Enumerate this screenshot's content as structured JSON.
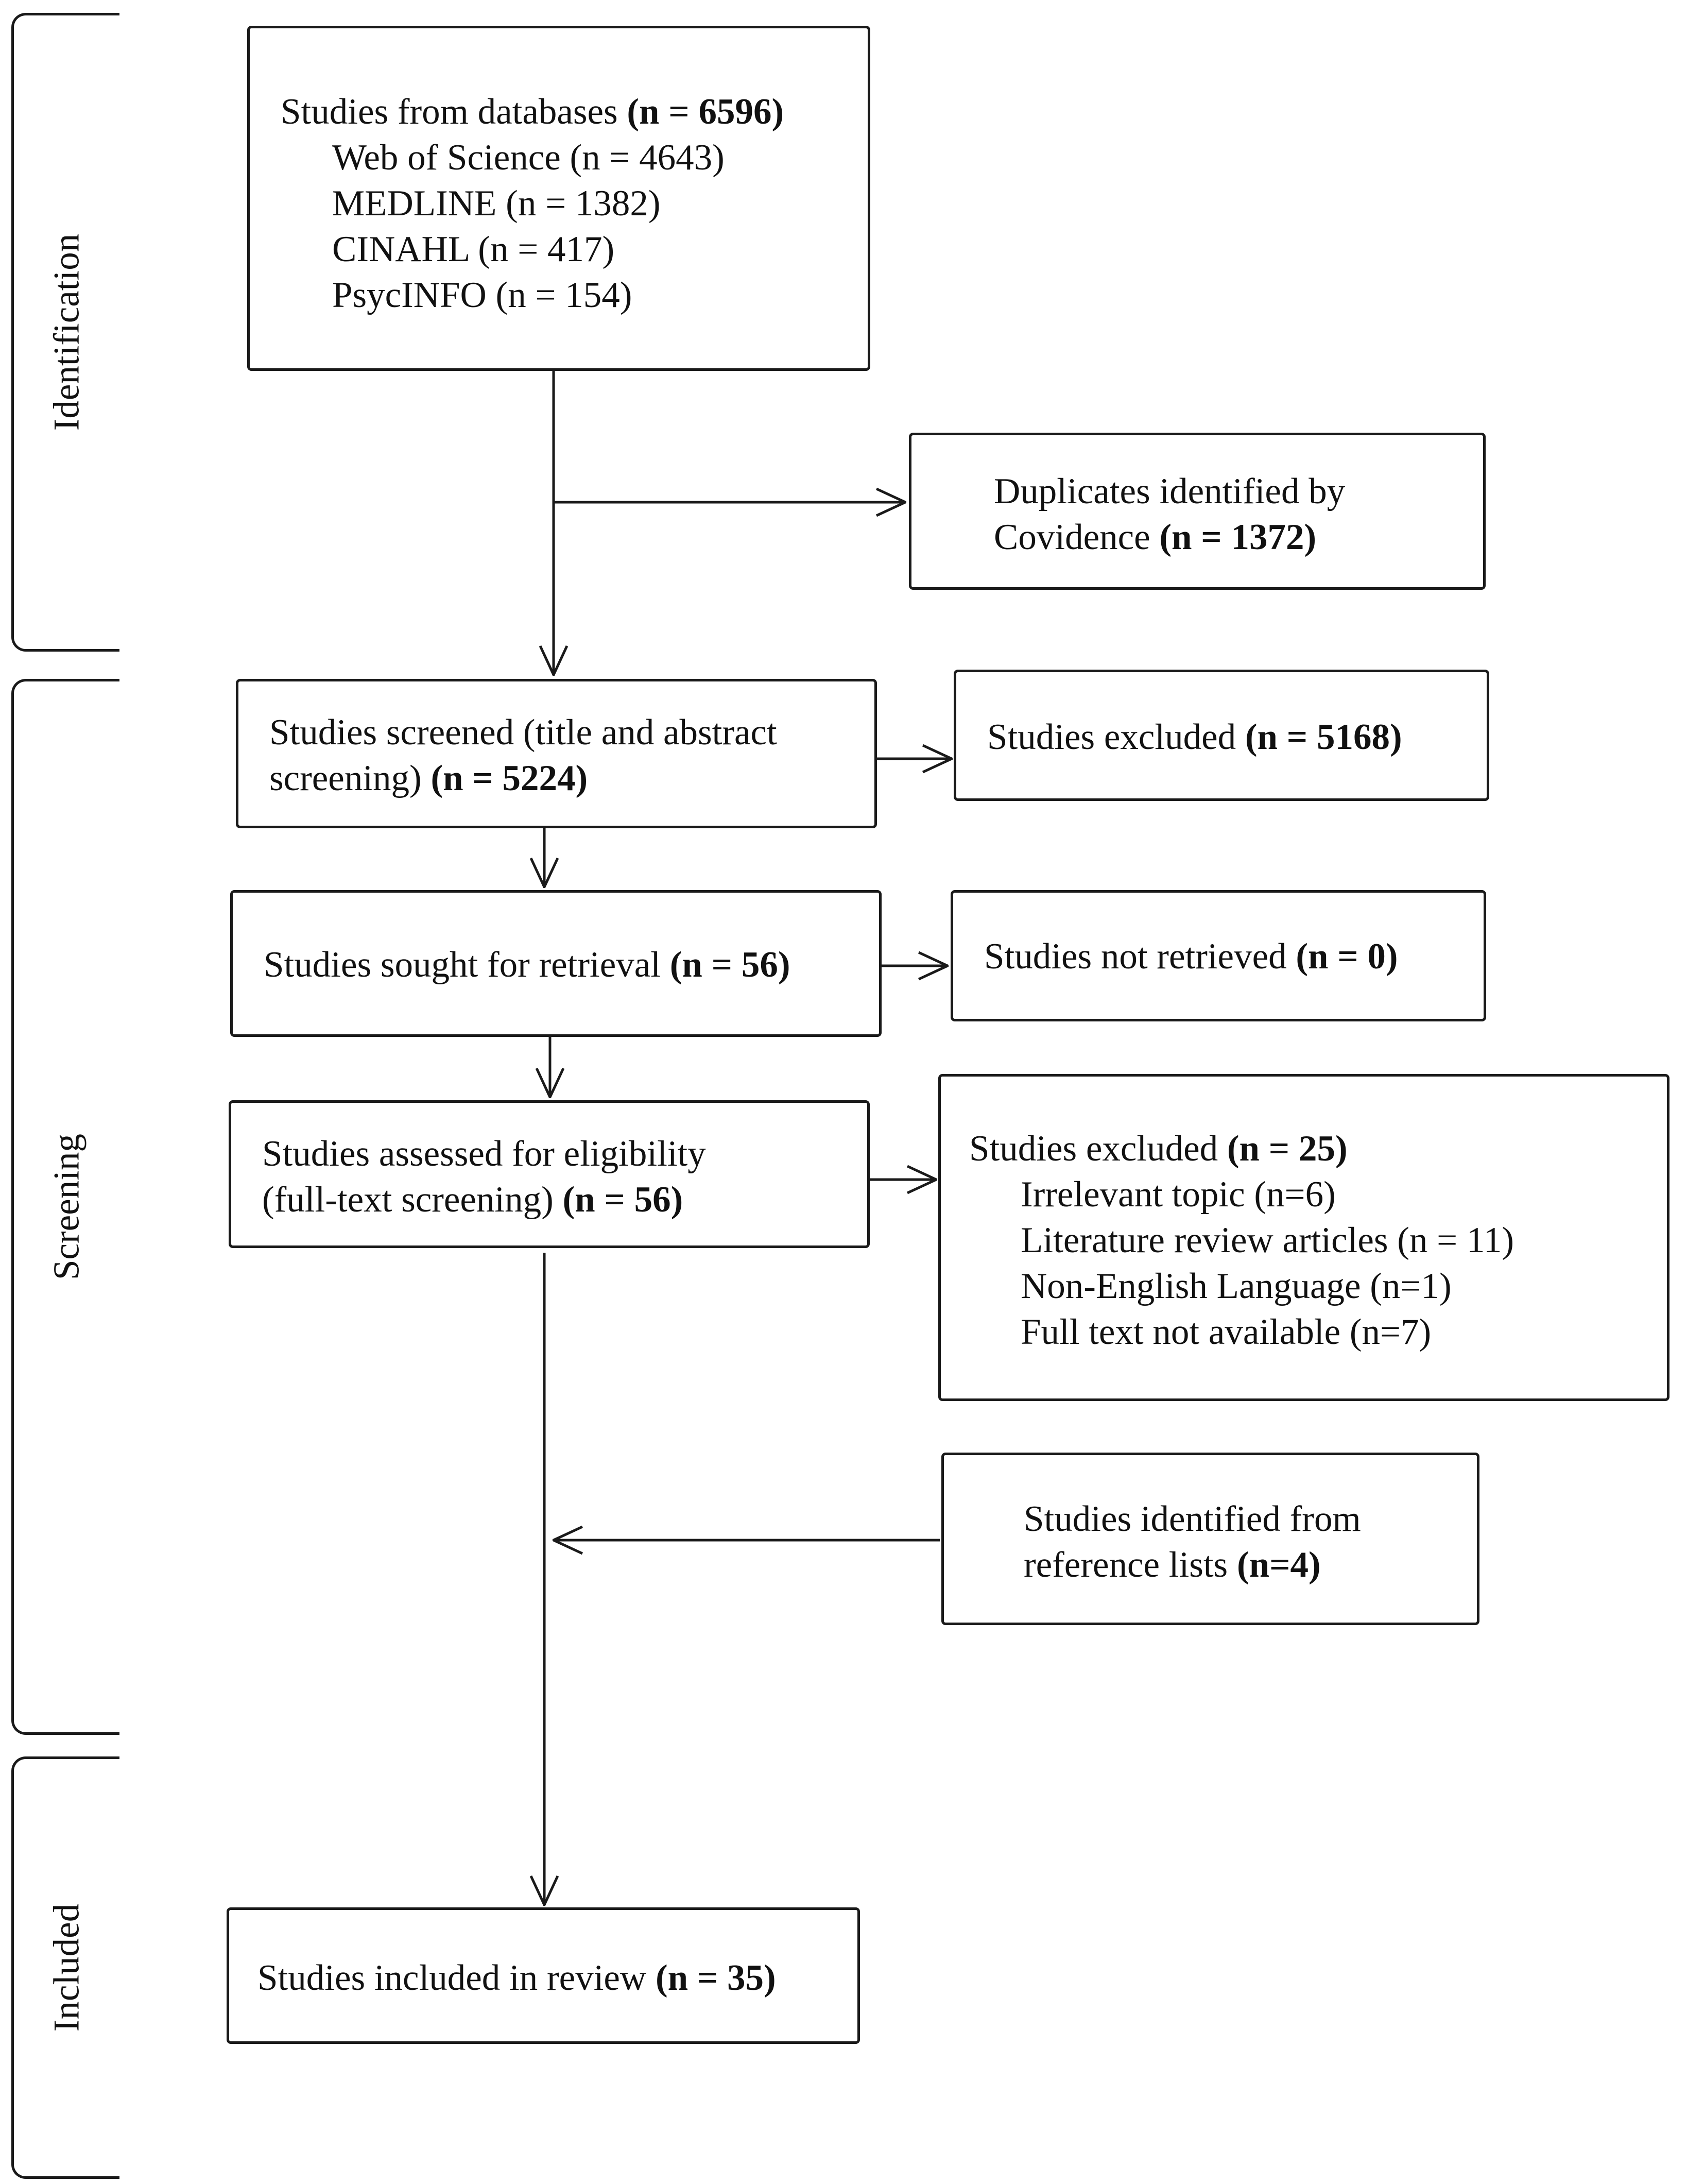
{
  "phases": {
    "identification": "Identification",
    "screening": "Screening",
    "included": "Included"
  },
  "boxes": {
    "databases": {
      "title": "Studies from databases ",
      "count": "(n = 6596)",
      "items": [
        "Web of Science (n = 4643)",
        "MEDLINE (n = 1382)",
        "CINAHL (n = 417)",
        "PsycINFO (n = 154)"
      ]
    },
    "duplicates": {
      "line1": "Duplicates identified by",
      "line2": "Covidence ",
      "count": "(n = 1372)"
    },
    "screened": {
      "line1": "Studies screened (title and abstract",
      "line2": "screening) ",
      "count": "(n = 5224)"
    },
    "excluded_screen": {
      "text": "Studies excluded ",
      "count": "(n = 5168)"
    },
    "retrieval": {
      "text": "Studies sought for retrieval ",
      "count": "(n = 56)"
    },
    "not_retrieved": {
      "text": "Studies not retrieved ",
      "count": "(n = 0)"
    },
    "eligibility": {
      "line1": "Studies assessed for eligibility",
      "line2": "(full-text screening) ",
      "count": "(n = 56)"
    },
    "excluded_full": {
      "title": "Studies excluded ",
      "count": "(n = 25)",
      "reasons": [
        "Irrelevant topic (n=6)",
        "Literature review articles (n = 11)",
        "Non-English Language (n=1)",
        "Full text not available (n=7)"
      ]
    },
    "reference_lists": {
      "line1": "Studies identified from",
      "line2": "reference lists ",
      "count": "(n=4)"
    },
    "included": {
      "text": "Studies included in review ",
      "count": "(n = 35)"
    }
  }
}
